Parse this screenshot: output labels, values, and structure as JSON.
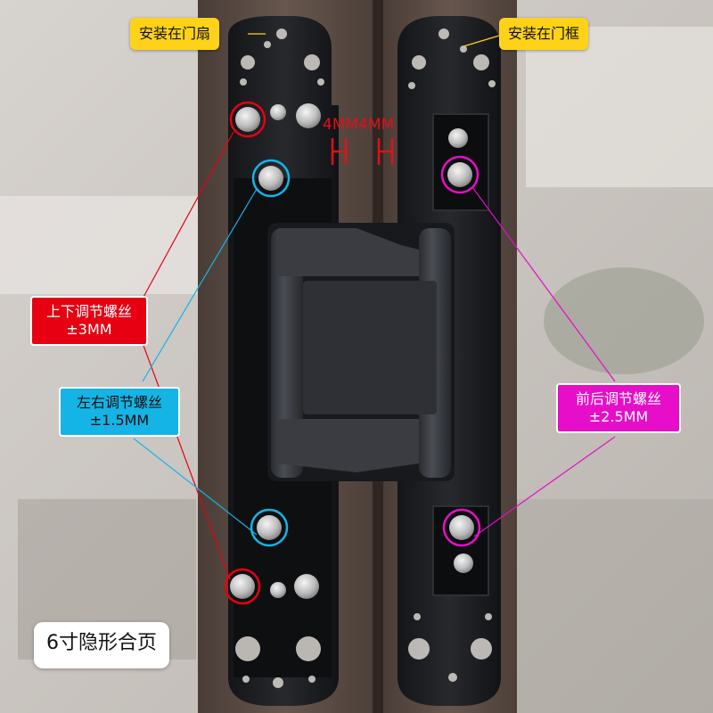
{
  "labels": {
    "door_leaf_install": "安装在门扇",
    "door_frame_install": "安装在门框",
    "measure": "4MM4MM",
    "vertical_adjust_title": "上下调节螺丝",
    "vertical_adjust_range": "±3MM",
    "lateral_adjust_title": "左右调节螺丝",
    "lateral_adjust_range": "±1.5MM",
    "depth_adjust_title": "前后调节螺丝",
    "depth_adjust_range": "±2.5MM",
    "product_name": "6寸隐形合页"
  },
  "colors": {
    "install_tag": "#ffd21a",
    "vertical_adjust": "#e60012",
    "lateral_adjust": "#15b4e6",
    "depth_adjust": "#e60ec8",
    "hinge_body": "#1c1d20",
    "door_wood": "#5b4c45"
  }
}
